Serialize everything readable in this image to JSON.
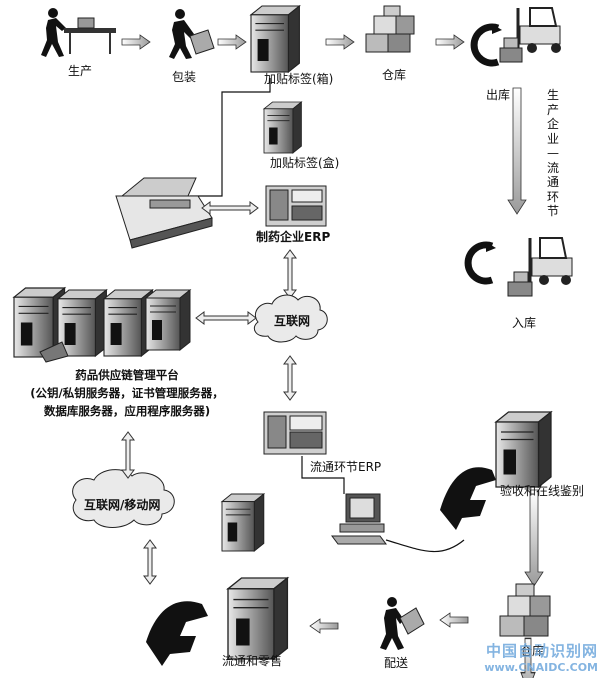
{
  "labels": {
    "production": "生产",
    "packing": "包装",
    "label_box": "加贴标签(箱)",
    "warehouse_top": "仓库",
    "outbound": "出库",
    "label_carton": "加贴标签(盒)",
    "pharma_erp": "制药企业ERP",
    "internet_top": "互联网",
    "inbound": "入库",
    "circulation_erp": "流通环节ERP",
    "inspection": "验收和在线鉴别",
    "internet_mobile": "互联网/移动网",
    "retail": "流通和零售",
    "delivery": "配送",
    "warehouse_bottom": "仓库"
  },
  "vertical_label": "生产企业—流通环节",
  "platform": {
    "line1": "药品供应链管理平台",
    "line2": "(公钥/私钥服务器，证书管理服务器，",
    "line3": "数据库服务器，应用程序服务器)"
  },
  "watermark": {
    "cn": "中国自动识别网",
    "url": "www.CNAIDC.COM"
  }
}
